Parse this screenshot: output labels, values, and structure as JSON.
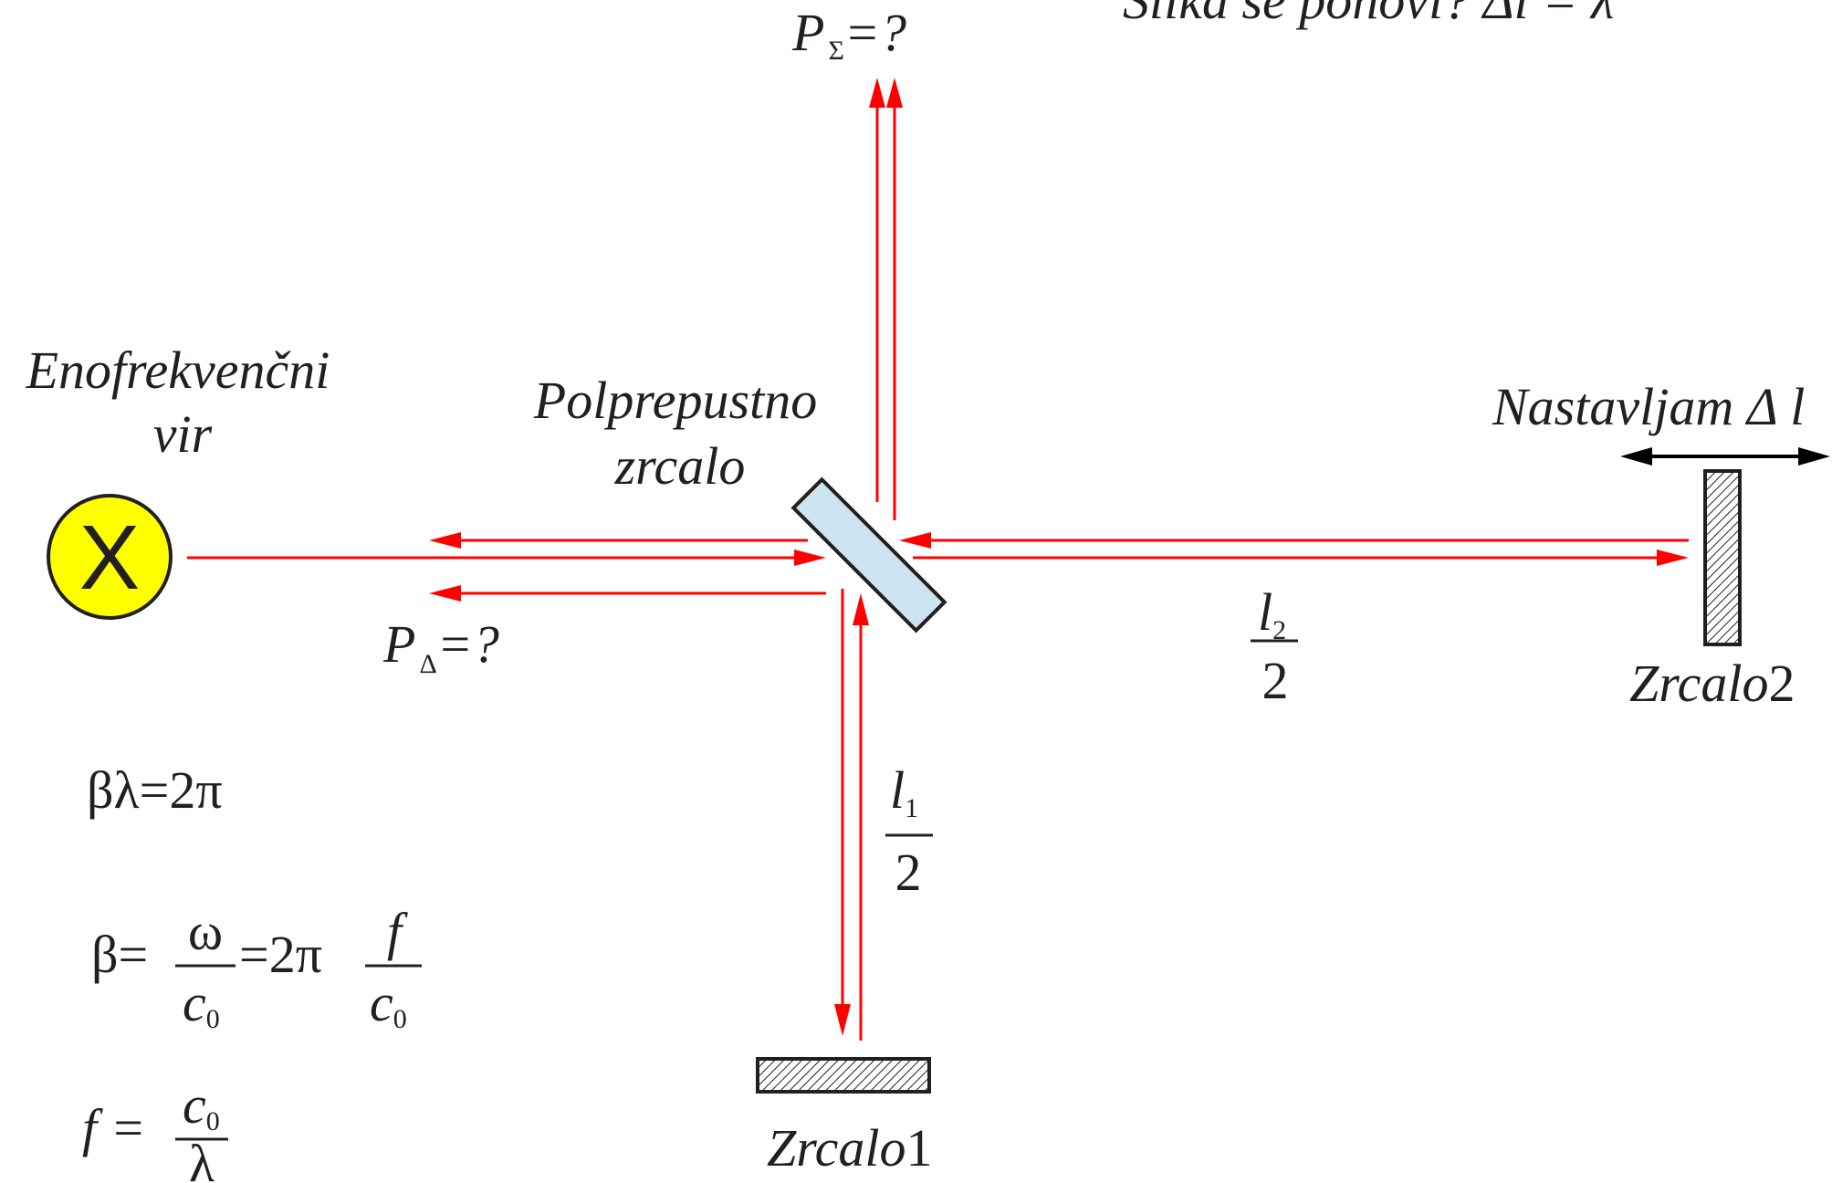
{
  "top_right_text": "Slika se ponovi?  Δl = λ",
  "output_sum": {
    "symbol": "P",
    "subscript": "Σ",
    "suffix": "=?"
  },
  "output_diff": {
    "symbol": "P",
    "subscript": "Δ",
    "suffix": "=?"
  },
  "source": {
    "label_line1": "Enofrekvenčni",
    "label_line2": "vir",
    "glyph": "X",
    "fill_color": "#ffff00"
  },
  "beamsplitter": {
    "label_line1": "Polprepustno",
    "label_line2": "zrcalo",
    "fill_color": "#cce4f0"
  },
  "mirror2": {
    "adjust_label": "Nastavljam Δ l",
    "label_word": "Zrcalo",
    "label_num": "2"
  },
  "mirror1": {
    "label_word": "Zrcalo",
    "label_num": "1"
  },
  "arm2_length": {
    "numerator_var": "l",
    "numerator_sub": "2",
    "denominator": "2"
  },
  "arm1_length": {
    "numerator_var": "l",
    "numerator_sub": "1",
    "denominator": "2"
  },
  "equations": {
    "eq1": "βλ=2π",
    "eq2": {
      "lhs": "β=",
      "frac1_num": "ω",
      "frac1_den": "c",
      "frac1_den_sub": "0",
      "mid": "=2π",
      "frac2_num": "f",
      "frac2_den": "c",
      "frac2_den_sub": "0"
    },
    "eq3": {
      "lhs": "f =",
      "frac_num": "c",
      "frac_num_sub": "0",
      "frac_den": "λ"
    }
  },
  "colors": {
    "beam": "#ff0000",
    "arrow_black": "#000000"
  }
}
